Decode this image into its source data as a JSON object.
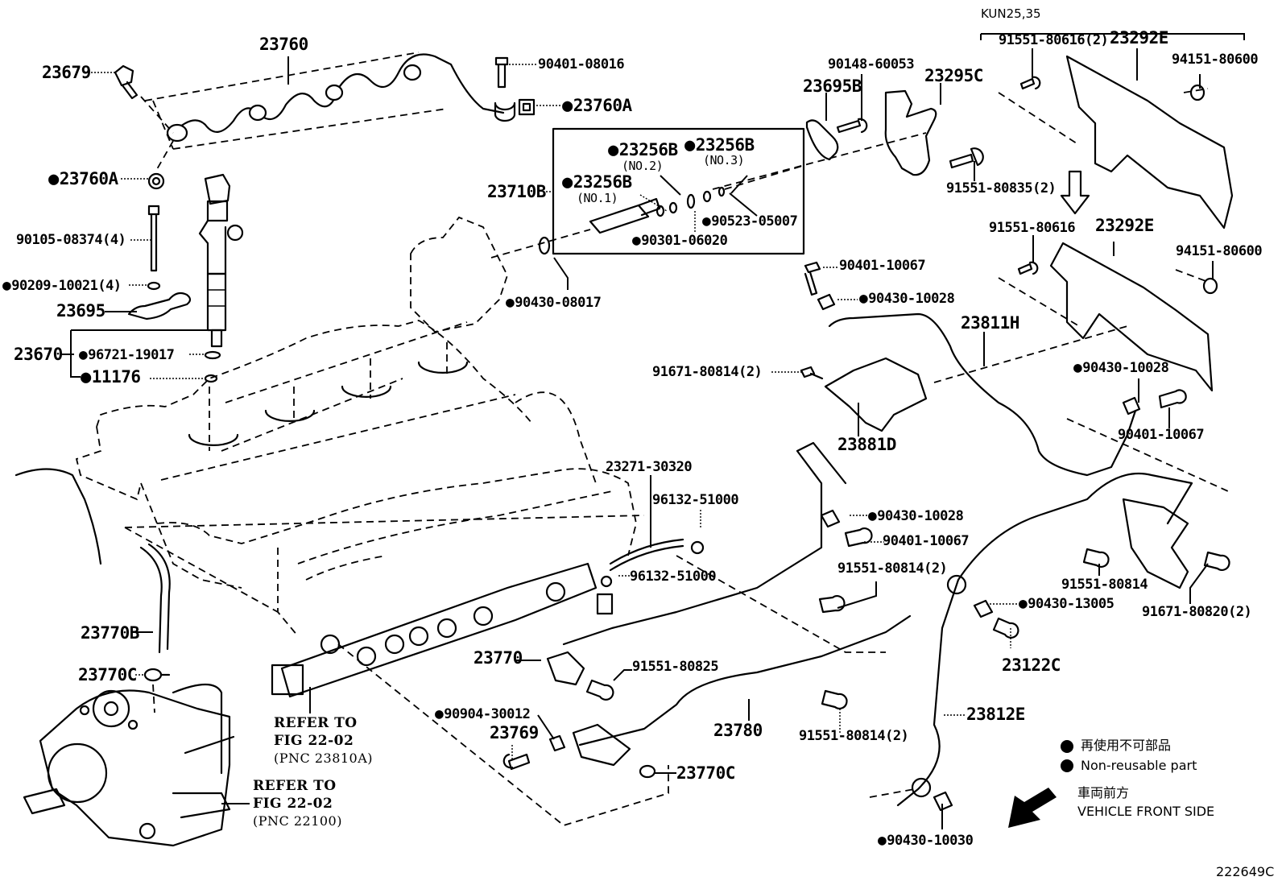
{
  "diagram": {
    "illustration_id": "222649C",
    "model_bracket_label": "KUN25,35",
    "legend": {
      "symbol": "●",
      "japanese": "再使用不可部品",
      "english": "Non-reusable part"
    },
    "orientation": {
      "japanese": "車両前方",
      "english": "VEHICLE FRONT SIDE",
      "icon": "arrow-down-left-icon"
    },
    "callouts": [
      {
        "id": "c01",
        "part": "23760",
        "non_reusable": false
      },
      {
        "id": "c02",
        "part": "23679",
        "non_reusable": false
      },
      {
        "id": "c03",
        "part": "90401-08016",
        "non_reusable": false
      },
      {
        "id": "c04",
        "part": "23760A",
        "non_reusable": true
      },
      {
        "id": "c05",
        "part": "23760A",
        "non_reusable": true
      },
      {
        "id": "c06",
        "part": "90105-08374(4)",
        "non_reusable": false
      },
      {
        "id": "c07",
        "part": "90209-10021(4)",
        "non_reusable": true
      },
      {
        "id": "c08",
        "part": "23695",
        "non_reusable": false
      },
      {
        "id": "c09",
        "part": "23670",
        "non_reusable": false
      },
      {
        "id": "c10",
        "part": "96721-19017",
        "non_reusable": true
      },
      {
        "id": "c11",
        "part": "11176",
        "non_reusable": true
      },
      {
        "id": "c12",
        "part": "23710B",
        "non_reusable": false
      },
      {
        "id": "c13",
        "part": "23256B",
        "sub": "(NO.2)",
        "non_reusable": true
      },
      {
        "id": "c14",
        "part": "23256B",
        "sub": "(NO.3)",
        "non_reusable": true
      },
      {
        "id": "c15",
        "part": "23256B",
        "sub": "(NO.1)",
        "non_reusable": true
      },
      {
        "id": "c16",
        "part": "90523-05007",
        "non_reusable": true
      },
      {
        "id": "c17",
        "part": "90301-06020",
        "non_reusable": true
      },
      {
        "id": "c18",
        "part": "90430-08017",
        "non_reusable": true
      },
      {
        "id": "c19",
        "part": "90148-60053",
        "non_reusable": false
      },
      {
        "id": "c20",
        "part": "23695B",
        "non_reusable": false
      },
      {
        "id": "c21",
        "part": "23295C",
        "non_reusable": false
      },
      {
        "id": "c22",
        "part": "91551-80835(2)",
        "non_reusable": false
      },
      {
        "id": "c23",
        "part": "91551-80616(2)",
        "non_reusable": false
      },
      {
        "id": "c24",
        "part": "23292E",
        "non_reusable": false
      },
      {
        "id": "c25",
        "part": "94151-80600",
        "non_reusable": false
      },
      {
        "id": "c26",
        "part": "91551-80616",
        "non_reusable": false
      },
      {
        "id": "c27",
        "part": "23292E",
        "non_reusable": false
      },
      {
        "id": "c28",
        "part": "94151-80600",
        "non_reusable": false
      },
      {
        "id": "c29",
        "part": "90401-10067",
        "non_reusable": false
      },
      {
        "id": "c30",
        "part": "90430-10028",
        "non_reusable": true
      },
      {
        "id": "c31",
        "part": "23811H",
        "non_reusable": false
      },
      {
        "id": "c32",
        "part": "91671-80814(2)",
        "non_reusable": false
      },
      {
        "id": "c33",
        "part": "23881D",
        "non_reusable": false
      },
      {
        "id": "c34",
        "part": "90430-10028",
        "non_reusable": true
      },
      {
        "id": "c35",
        "part": "90401-10067",
        "non_reusable": false
      },
      {
        "id": "c36",
        "part": "23271-30320",
        "non_reusable": false
      },
      {
        "id": "c37",
        "part": "96132-51000",
        "non_reusable": false
      },
      {
        "id": "c38",
        "part": "96132-51000",
        "non_reusable": false
      },
      {
        "id": "c39",
        "part": "90430-10028",
        "non_reusable": true
      },
      {
        "id": "c40",
        "part": "90401-10067",
        "non_reusable": false
      },
      {
        "id": "c41",
        "part": "91551-80814(2)",
        "non_reusable": false
      },
      {
        "id": "c42",
        "part": "91551-80814",
        "non_reusable": false
      },
      {
        "id": "c43",
        "part": "91671-80820(2)",
        "non_reusable": false
      },
      {
        "id": "c44",
        "part": "90430-13005",
        "non_reusable": true
      },
      {
        "id": "c45",
        "part": "23122C",
        "non_reusable": false
      },
      {
        "id": "c46",
        "part": "23770B",
        "non_reusable": false
      },
      {
        "id": "c47",
        "part": "23770C",
        "non_reusable": false
      },
      {
        "id": "c48",
        "part": "23770",
        "non_reusable": false
      },
      {
        "id": "c49",
        "part": "91551-80825",
        "non_reusable": false
      },
      {
        "id": "c50",
        "part": "90904-30012",
        "non_reusable": true
      },
      {
        "id": "c51",
        "part": "23769",
        "non_reusable": false
      },
      {
        "id": "c52",
        "part": "23780",
        "non_reusable": false
      },
      {
        "id": "c53",
        "part": "91551-80814(2)",
        "non_reusable": false
      },
      {
        "id": "c54",
        "part": "23770C",
        "non_reusable": false
      },
      {
        "id": "c55",
        "part": "23812E",
        "non_reusable": false
      },
      {
        "id": "c56",
        "part": "90430-10030",
        "non_reusable": true
      }
    ],
    "references": [
      {
        "line1": "REFER TO",
        "line2": "FIG 22-02",
        "line3": "(PNC 23810A)"
      },
      {
        "line1": "REFER TO",
        "line2": "FIG 22-02",
        "line3": "(PNC 22100)"
      }
    ]
  }
}
